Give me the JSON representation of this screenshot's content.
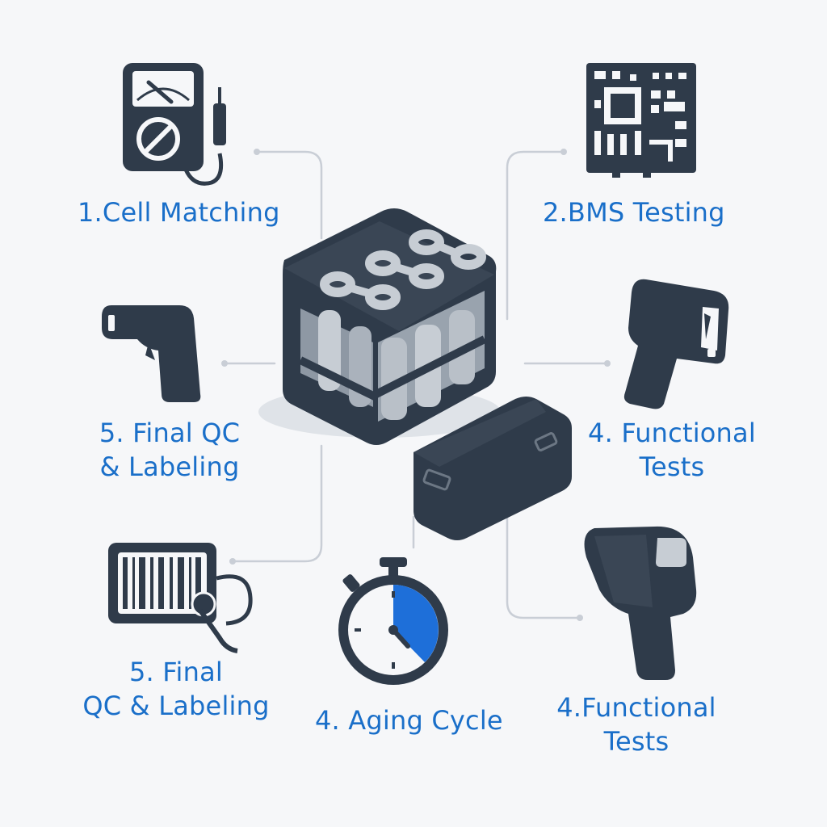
{
  "labels": {
    "cell_matching": "1.Cell Matching",
    "bms_testing": "2.BMS Testing",
    "final_qc_left_line1": "5. Final QC",
    "final_qc_left_line2": "& Labeling",
    "functional_right_line1": "4. Functional",
    "functional_right_line2": "Tests",
    "final_qc_bottom_line1": "5. Final",
    "final_qc_bottom_line2": "QC & Labeling",
    "aging_cycle": "4. Aging Cycle",
    "functional_bottom_line1": "4.Functional",
    "functional_bottom_line2": "Tests"
  },
  "icons": {
    "multimeter": "multimeter-icon",
    "circuit_board": "circuit-board-icon",
    "barcode_scanner": "barcode-scanner-icon",
    "thermal_gun_right": "thermal-gun-icon",
    "barcode_printer": "barcode-label-icon",
    "stopwatch": "stopwatch-icon",
    "thermal_gun_bottom": "infrared-thermometer-icon",
    "battery_pack": "battery-pack-icon",
    "bms_box": "bms-module-icon"
  },
  "colors": {
    "label_blue": "#1a6fc9",
    "icon_dark": "#2f3b4a",
    "accent_blue": "#1e6fd9",
    "connector_gray": "#c9ced6",
    "background": "#f6f7f9"
  }
}
